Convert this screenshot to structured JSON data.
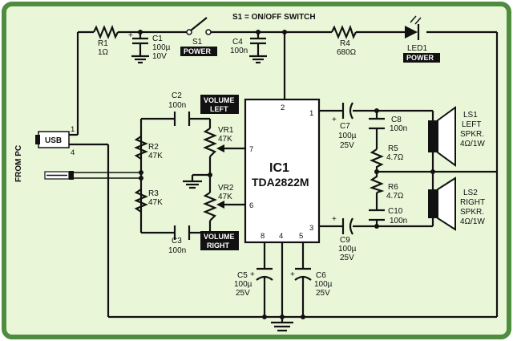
{
  "title": "S1 = ON/OFF SWITCH",
  "colors": {
    "background": "#ffffff",
    "frame": "#4e8c3e",
    "panel": "#eaf6d8",
    "ink": "#111111",
    "tag": "#111111"
  },
  "ic": {
    "name": "IC1",
    "part": "TDA2822M",
    "pins": {
      "p1": "1",
      "p2": "2",
      "p3": "3",
      "p4": "4",
      "p5": "5",
      "p6": "6",
      "p7": "7",
      "p8": "8"
    }
  },
  "input": {
    "usb": "USB",
    "pin1": "1",
    "pin4": "4",
    "from_pc": "FROM PC"
  },
  "components": {
    "r1": {
      "name": "R1",
      "value": "1Ω"
    },
    "c1": {
      "name": "C1",
      "value": "100µ",
      "rating": "10V"
    },
    "s1": {
      "name": "S1",
      "tag": "POWER"
    },
    "c4": {
      "name": "C4",
      "value": "100n"
    },
    "r4": {
      "name": "R4",
      "value": "680Ω"
    },
    "led1": {
      "name": "LED1",
      "tag": "POWER"
    },
    "c2": {
      "name": "C2",
      "value": "100n"
    },
    "c3": {
      "name": "C3",
      "value": "100n"
    },
    "r2": {
      "name": "R2",
      "value": "47K"
    },
    "r3": {
      "name": "R3",
      "value": "47K"
    },
    "vr1": {
      "name": "VR1",
      "value": "47K"
    },
    "vr2": {
      "name": "VR2",
      "value": "47K"
    },
    "c7": {
      "name": "C7",
      "value": "100µ",
      "rating": "25V"
    },
    "c9": {
      "name": "C9",
      "value": "100µ",
      "rating": "25V"
    },
    "c8": {
      "name": "C8",
      "value": "100n"
    },
    "c10": {
      "name": "C10",
      "value": "100n"
    },
    "r5": {
      "name": "R5",
      "value": "4.7Ω"
    },
    "r6": {
      "name": "R6",
      "value": "4.7Ω"
    },
    "c5": {
      "name": "C5",
      "value": "100µ",
      "rating": "25V"
    },
    "c6": {
      "name": "C6",
      "value": "100µ",
      "rating": "25V"
    },
    "ls1": {
      "name": "LS1",
      "line2": "LEFT",
      "line3": "SPKR.",
      "line4": "4Ω/1W"
    },
    "ls2": {
      "name": "LS2",
      "line2": "RIGHT",
      "line3": "SPKR.",
      "line4": "4Ω/1W"
    }
  },
  "tags": {
    "volume_left_1": "VOLUME",
    "volume_left_2": "LEFT",
    "volume_right_1": "VOLUME",
    "volume_right_2": "RIGHT"
  },
  "polarity": {
    "plus": "+"
  }
}
